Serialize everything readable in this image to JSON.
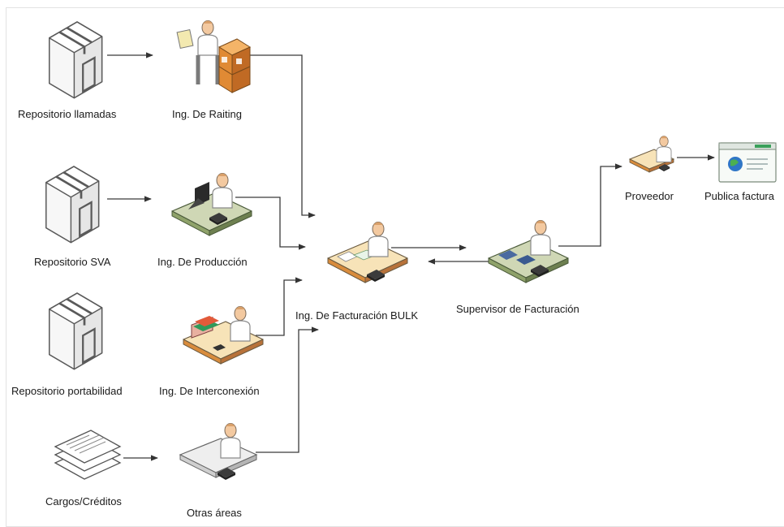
{
  "labels": {
    "repo_llamadas": "Repositorio llamadas",
    "repo_sva": "Repositorio SVA",
    "repo_portabilidad": "Repositorio portabilidad",
    "cargos_creditos": "Cargos/Créditos",
    "ing_raiting": "Ing. De Raiting",
    "ing_produccion": "Ing. De Producción",
    "ing_interconexion": "Ing. De Interconexión",
    "otras_areas": "Otras áreas",
    "ing_facturacion_bulk": "Ing. De Facturación BULK",
    "supervisor_facturacion": "Supervisor de Facturación",
    "proveedor": "Proveedor",
    "publica_factura": "Publica factura"
  },
  "colors": {
    "line": "#3a3a3a",
    "box_light": "#fafafa",
    "box_shade": "#d9d9d9",
    "person_skin": "#f3c9a0",
    "person_shirt": "#ffffff",
    "desk_top": "#f7e3b8",
    "desk_orange": "#f0a250",
    "desk_green": "#a3b583",
    "browser_frame": "#dfe6e0",
    "globe": "#2f76c6"
  }
}
